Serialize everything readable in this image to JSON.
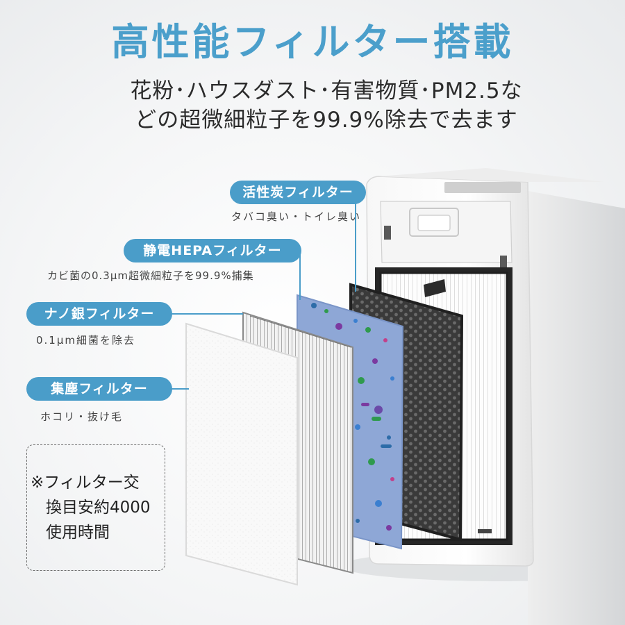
{
  "header": {
    "title": "高性能フィルター搭載",
    "subtitle_line1": "花粉･ハウスダスト･有害物質･PM2.5な",
    "subtitle_line2": "どの超微細粒子を99.9%除去で去ます"
  },
  "filters": [
    {
      "label": "活性炭フィルター",
      "caption": "タバコ臭い・トイレ臭い"
    },
    {
      "label": "静電HEPAフィルター",
      "caption": "カビ菌の0.3μm超微細粒子を99.9%捕集"
    },
    {
      "label": "ナノ銀フィルター",
      "caption": "0.1μm細菌を除去"
    },
    {
      "label": "集塵フィルター",
      "caption": "ホコリ・抜け毛"
    }
  ],
  "note": {
    "line1": "※フィルター交",
    "line2": "換目安約4000",
    "line3": "使用時間"
  },
  "colors": {
    "accent": "#4a9dc9",
    "title": "#4b9fcb",
    "text": "#2b2b2b"
  }
}
